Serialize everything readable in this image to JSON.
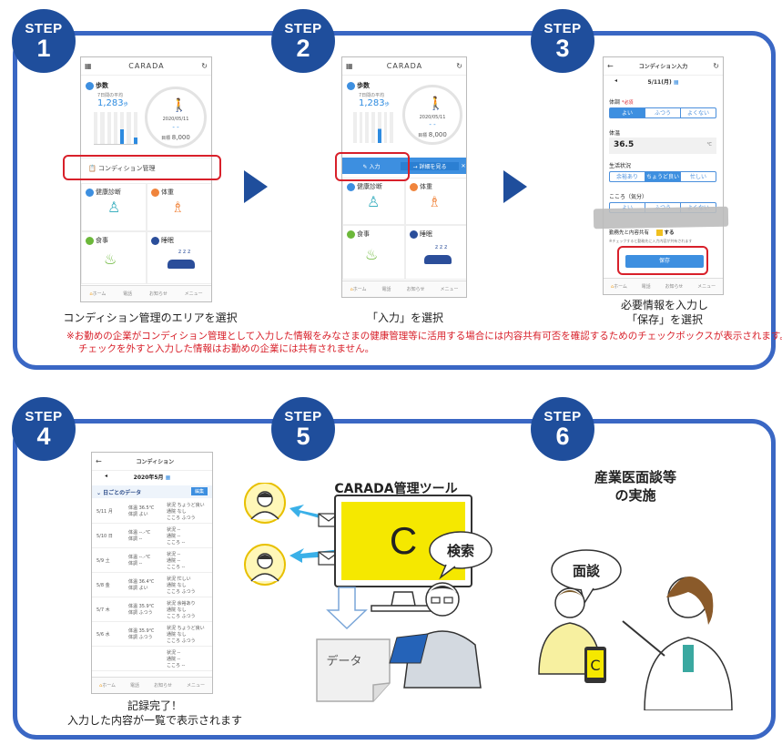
{
  "steps": [
    {
      "word": "STEP",
      "num": "1"
    },
    {
      "word": "STEP",
      "num": "2"
    },
    {
      "word": "STEP",
      "num": "3"
    },
    {
      "word": "STEP",
      "num": "4"
    },
    {
      "word": "STEP",
      "num": "5"
    },
    {
      "word": "STEP",
      "num": "6"
    }
  ],
  "app": {
    "logo": "CARADA",
    "steps_label": "歩数",
    "avg_label": "7日間の平均",
    "avg_value": "1,283",
    "avg_unit": "歩",
    "date": "2020/05/11",
    "dash": "- -",
    "goal_label": "目標",
    "goal_value": "8,000",
    "condition_label": "コンディション管理",
    "input_label": "入力",
    "detail_label": "詳細を見る",
    "health_label": "健康診断",
    "weight_label": "体重",
    "meal_label": "食事",
    "sleep_label": "睡眠",
    "tabs": [
      "ホーム",
      "電話",
      "お知らせ",
      "メニュー"
    ],
    "zzz": "z z z",
    "plus": "+"
  },
  "step3": {
    "title": "コンディション入力",
    "date": "5/11(月)",
    "condition_label": "体調",
    "required": "*必須",
    "condition_opts": [
      "よい",
      "ふつう",
      "よくない"
    ],
    "temp_label": "体温",
    "temp_value": "36.5",
    "temp_unit": "℃",
    "life_label": "生活状況",
    "life_opts": [
      "余裕あり",
      "ちょうど良い",
      "忙しい"
    ],
    "mind_label": "こころ（気分）",
    "mind_opts": [
      "よい",
      "ふつう",
      "よくない"
    ],
    "share_label": "勤務先と内容共有",
    "share_value": "する",
    "share_note": "※チェックすると勤務先に入力内容が共有されます",
    "save": "保存"
  },
  "step4": {
    "title": "コンディション",
    "month": "2020年5月",
    "section": "日ごとのデータ",
    "edit": "編集",
    "rows": [
      {
        "date": "5/11 月",
        "l1": "体温 36.5℃",
        "l2": "体調 よい",
        "r1": "状況 ちょうど良い",
        "r2": "通院 なし",
        "r3": "こころ ふつう"
      },
      {
        "date": "5/10 日",
        "l1": "体温 --.-℃",
        "l2": "体調 --",
        "r1": "状況 --",
        "r2": "通院 --",
        "r3": "こころ --"
      },
      {
        "date": "5/9 土",
        "l1": "体温 --.-℃",
        "l2": "体調 --",
        "r1": "状況 --",
        "r2": "通院 --",
        "r3": "こころ --"
      },
      {
        "date": "5/8 金",
        "l1": "体温 36.4℃",
        "l2": "体調 よい",
        "r1": "状況 忙しい",
        "r2": "通院 なし",
        "r3": "こころ ふつう"
      },
      {
        "date": "5/7 木",
        "l1": "体温 35.9℃",
        "l2": "体調 ふつう",
        "r1": "状況 余裕あり",
        "r2": "通院 なし",
        "r3": "こころ ふつう"
      },
      {
        "date": "5/6 水",
        "l1": "体温 35.9℃",
        "l2": "体調 ふつう",
        "r1": "状況 ちょうど良い",
        "r2": "通院 なし",
        "r3": "こころ ふつう"
      },
      {
        "date": "",
        "l1": "",
        "l2": "",
        "r1": "状況 --",
        "r2": "通院 --",
        "r3": "こころ --"
      }
    ]
  },
  "captions": {
    "c1": "コンディション管理のエリアを選択",
    "c2": "「入力」を選択",
    "c3a": "必要情報を入力し",
    "c3b": "「保存」を選択",
    "c4a": "記録完了！",
    "c4b": "入力した内容が一覧で表示されます"
  },
  "notes": {
    "n1": "※お勤めの企業がコンディション管理として入力した情報をみなさまの健康管理等に活用する場合には内容共有可否を確認するためのチェックボックスが表示されます。",
    "n2": "チェックを外すと入力した情報はお勤めの企業には共有されません。"
  },
  "step5": {
    "tool": "CARADA管理ツール",
    "search": "検索",
    "data": "データ",
    "screen": "C"
  },
  "step6": {
    "title1": "産業医面談等",
    "title2": "の実施",
    "bubble": "面談",
    "screen": "C"
  },
  "colors": {
    "primary": "#1f4e9c",
    "border": "#3a67c4",
    "alert": "#d8202a",
    "accent": "#f5e800"
  }
}
